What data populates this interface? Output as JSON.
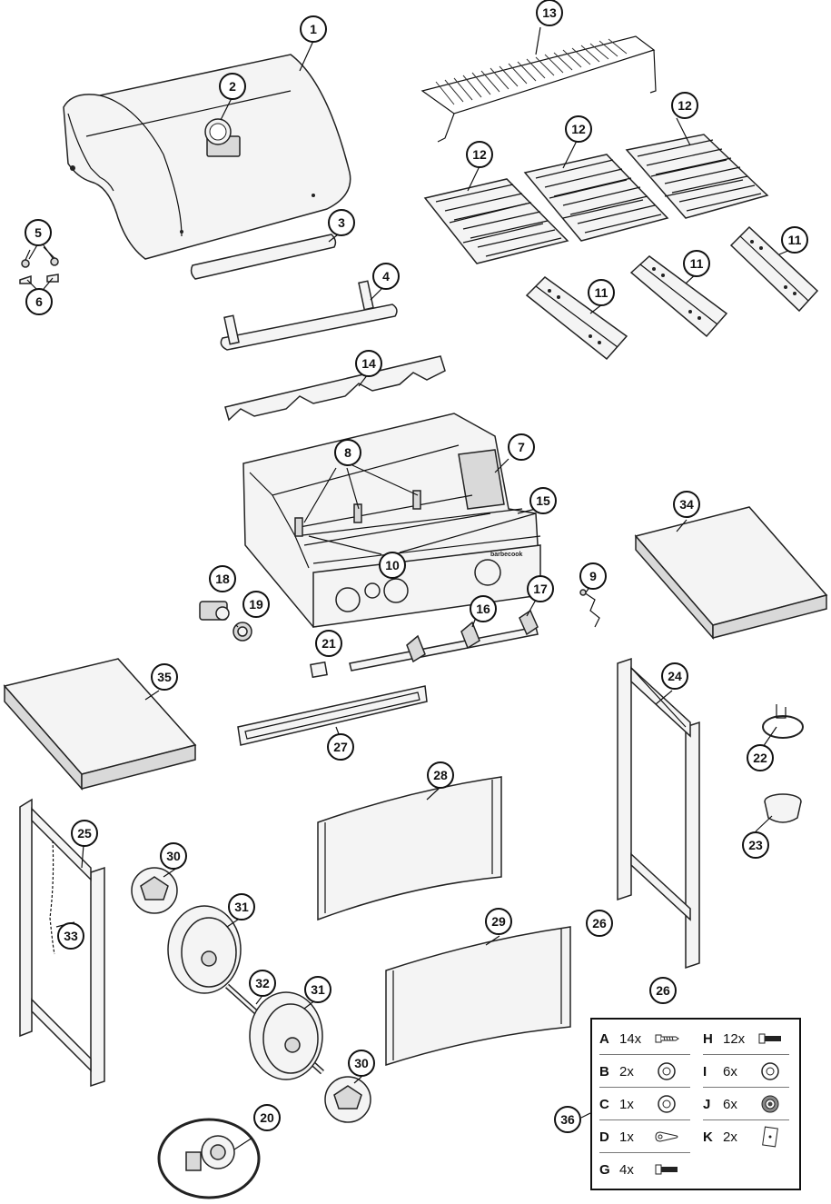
{
  "callouts": [
    "1",
    "2",
    "3",
    "4",
    "5",
    "6",
    "7",
    "8",
    "9",
    "10",
    "11",
    "11",
    "11",
    "12",
    "12",
    "12",
    "13",
    "14",
    "15",
    "16",
    "17",
    "18",
    "19",
    "20",
    "21",
    "22",
    "23",
    "24",
    "25",
    "26",
    "26",
    "27",
    "28",
    "29",
    "30",
    "30",
    "31",
    "31",
    "32",
    "33",
    "34",
    "35",
    "36"
  ],
  "hardware": [
    {
      "letter": "A",
      "qty": "14x",
      "icon": "screw-icon"
    },
    {
      "letter": "B",
      "qty": "2x",
      "icon": "washer-icon"
    },
    {
      "letter": "C",
      "qty": "1x",
      "icon": "washer-icon"
    },
    {
      "letter": "D",
      "qty": "1x",
      "icon": "pin-clip-icon"
    },
    {
      "letter": "G",
      "qty": "4x",
      "icon": "bolt-icon"
    },
    {
      "letter": "H",
      "qty": "12x",
      "icon": "bolt-icon"
    },
    {
      "letter": "I",
      "qty": "6x",
      "icon": "washer-icon"
    },
    {
      "letter": "J",
      "qty": "6x",
      "icon": "nut-icon"
    },
    {
      "letter": "K",
      "qty": "2x",
      "icon": "plate-icon"
    }
  ],
  "logo_text": "barbecook"
}
